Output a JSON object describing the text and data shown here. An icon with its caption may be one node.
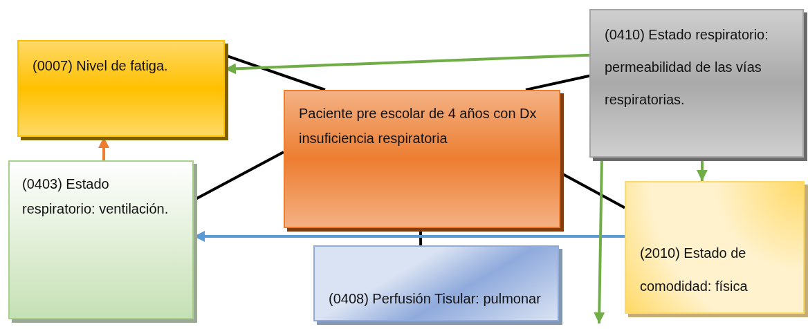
{
  "diagram": {
    "nodes": [
      {
        "text": [
          "(0007) Nivel de fatiga."
        ]
      },
      {
        "text": [
          "(0410) Estado respiratorio: permeabilidad de las vías respiratorias."
        ]
      },
      {
        "text": [
          "Paciente pre escolar de 4 años con Dx insuficiencia respiratoria"
        ]
      },
      {
        "text": [
          "(0403) Estado respiratorio: ventilación."
        ]
      },
      {
        "text": [
          "(2010) Estado de comodidad: física"
        ]
      },
      {
        "text": [
          "(0408) Perfusión Tisular: pulmonar"
        ]
      }
    ],
    "edges": [
      {
        "from": 2,
        "to": 0,
        "arrow": "none"
      },
      {
        "from": 2,
        "to": 1,
        "arrow": "none"
      },
      {
        "from": 2,
        "to": 3,
        "arrow": "none"
      },
      {
        "from": 2,
        "to": 4,
        "arrow": "none"
      },
      {
        "from": 2,
        "to": 5,
        "arrow": "none"
      },
      {
        "from": 1,
        "to": 0,
        "arrow": "to",
        "color": "#70ad47"
      },
      {
        "from": 1,
        "to": 4,
        "arrow": "to",
        "color": "#70ad47"
      },
      {
        "from": 4,
        "to": 3,
        "arrow": "to",
        "color": "#5b9bd5"
      },
      {
        "from": 3,
        "to": 0,
        "arrow": "to",
        "color": "#ed7d31"
      },
      {
        "from": 1,
        "to": null,
        "arrow": "to",
        "color": "#70ad47"
      }
    ]
  }
}
